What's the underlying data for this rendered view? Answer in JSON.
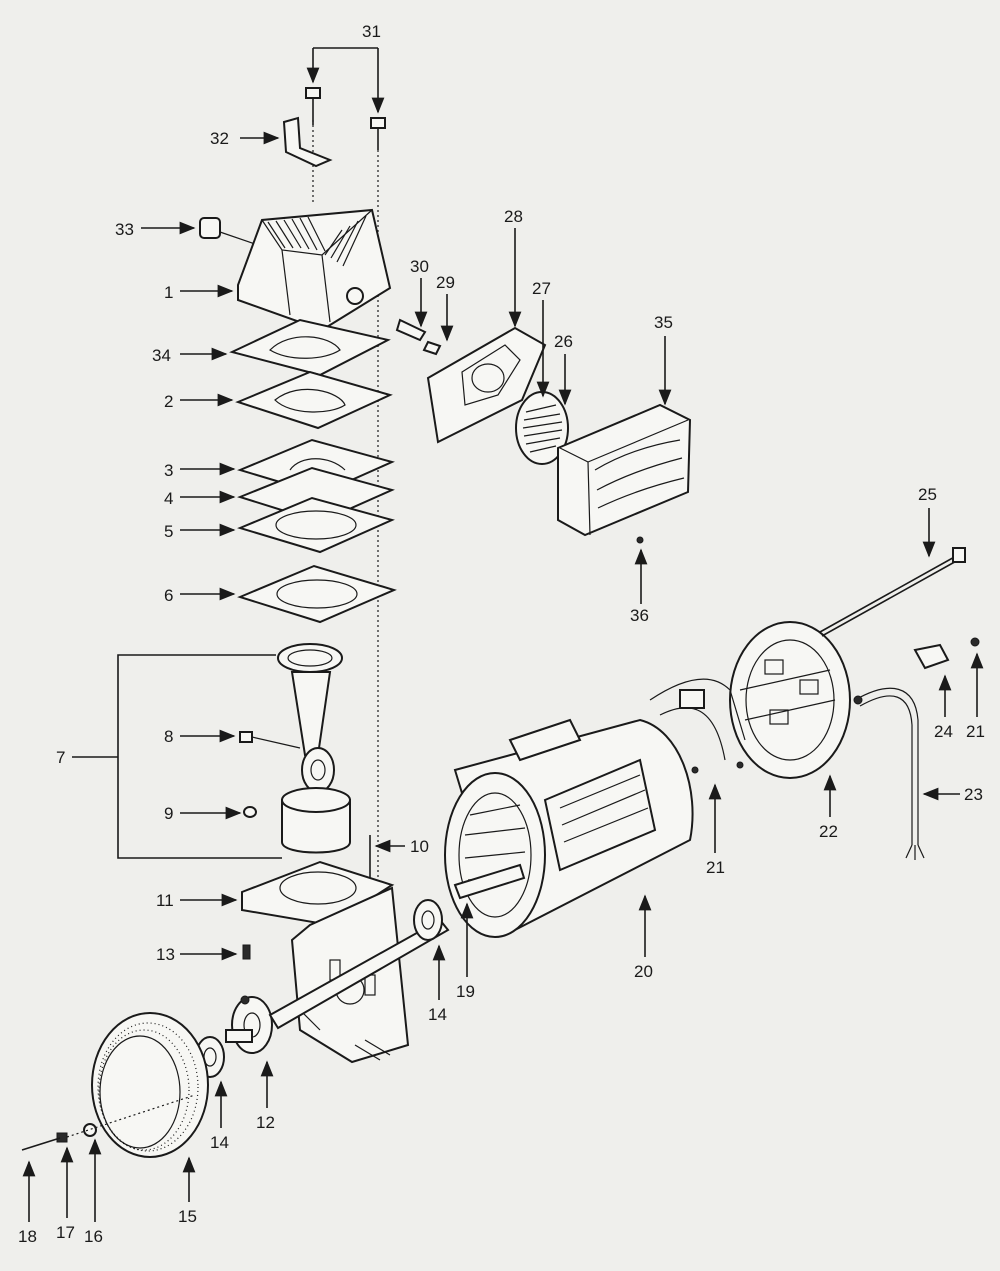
{
  "labels": {
    "l1": "1",
    "l2": "2",
    "l3": "3",
    "l4": "4",
    "l5": "5",
    "l6": "6",
    "l7": "7",
    "l8": "8",
    "l9": "9",
    "l10": "10",
    "l11": "11",
    "l12": "12",
    "l13": "13",
    "l14a": "14",
    "l14b": "14",
    "l15": "15",
    "l16": "16",
    "l17": "17",
    "l18": "18",
    "l19": "19",
    "l20": "20",
    "l21a": "21",
    "l21b": "21",
    "l22": "22",
    "l23": "23",
    "l24": "24",
    "l25": "25",
    "l26": "26",
    "l27": "27",
    "l28": "28",
    "l29": "29",
    "l30": "30",
    "l31": "31",
    "l32": "32",
    "l33": "33",
    "l34": "34",
    "l35": "35",
    "l36": "36"
  },
  "colors": {
    "paper": "#efefec",
    "ink": "#1a1a1a"
  }
}
